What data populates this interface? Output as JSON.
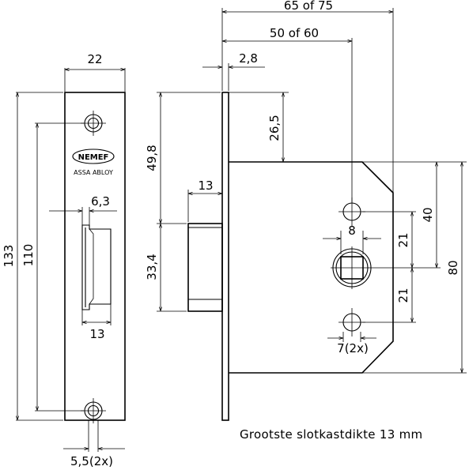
{
  "brand": {
    "name": "NEMEF",
    "group": "ASSA ABLOY"
  },
  "faceplate_dims": {
    "width": "22",
    "height": "133",
    "hole_spacing": "110",
    "slot_width": "6,3",
    "latch_width": "13",
    "hole_diameter": "5,5(2x)"
  },
  "side_dims": {
    "backset_total": "65 of 75",
    "backset": "50 of 60",
    "plate_thickness": "2,8",
    "top_to_case": "26,5",
    "top_to_latch": "49,8",
    "latch_height": "33,4",
    "latch_projection": "13",
    "spindle_square": "8",
    "upper_offset": "21",
    "lower_offset": "21",
    "to_spindle": "40",
    "case_height": "80",
    "fixing_holes": "7(2x)"
  },
  "note": "Grootste slotkastdikte 13 mm"
}
